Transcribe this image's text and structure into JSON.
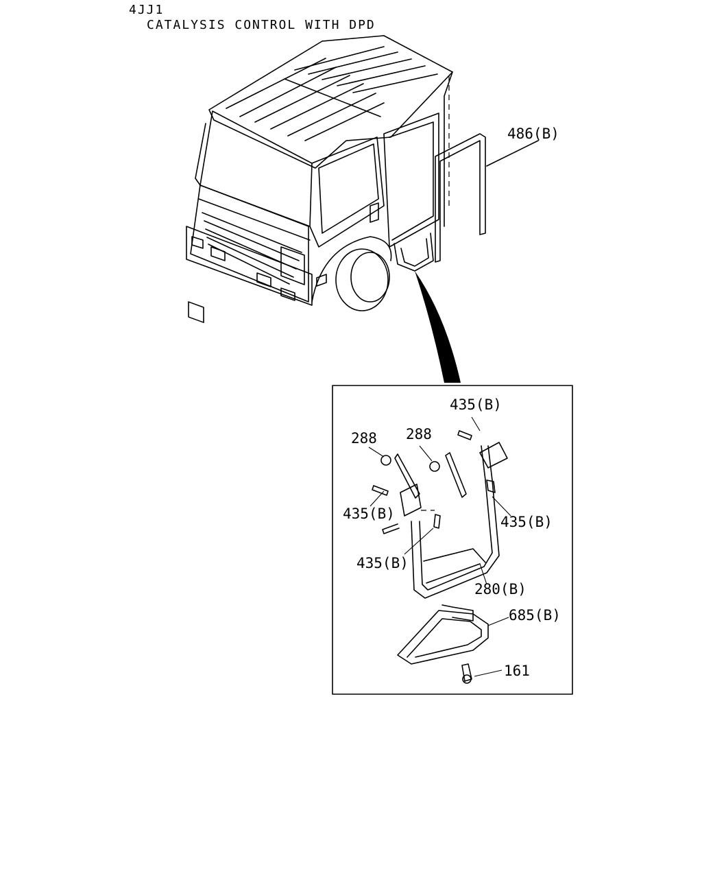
{
  "header": {
    "engine_code": "4JJ1",
    "subtitle": "CATALYSIS CONTROL WITH DPD"
  },
  "callouts": {
    "door_weatherstrip": "486(B)",
    "bolt_top": "435(B)",
    "nut_left": "288",
    "nut_right": "288",
    "bolt_left": "435(B)",
    "bolt_right": "435(B)",
    "bolt_center": "435(B)",
    "step_assembly": "280(B)",
    "step_bracket": "685(B)",
    "screw_bottom": "161"
  }
}
